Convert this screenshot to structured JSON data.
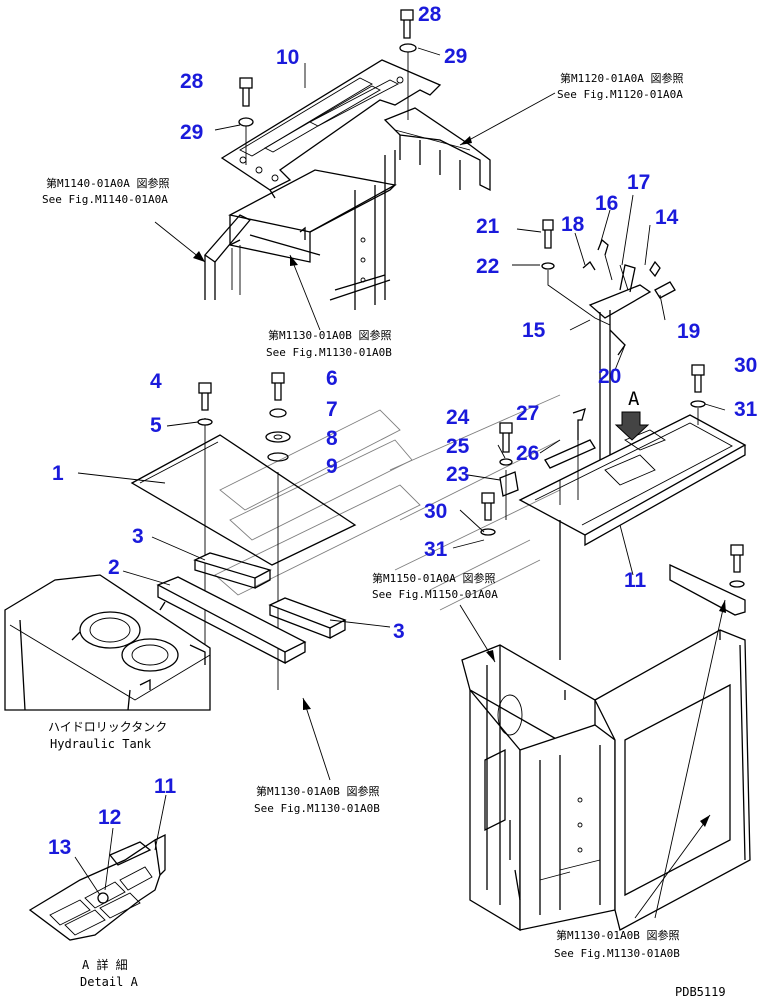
{
  "callouts": {
    "c1": "1",
    "c2": "2",
    "c3a": "3",
    "c3b": "3",
    "c4": "4",
    "c5": "5",
    "c6": "6",
    "c7": "7",
    "c8": "8",
    "c9": "9",
    "c10": "10",
    "c11a": "11",
    "c11b": "11",
    "c12": "12",
    "c13": "13",
    "c14": "14",
    "c15": "15",
    "c16": "16",
    "c17": "17",
    "c18": "18",
    "c19": "19",
    "c20": "20",
    "c21": "21",
    "c22": "22",
    "c23": "23",
    "c24": "24",
    "c25": "25",
    "c26": "26",
    "c27": "27",
    "c28a": "28",
    "c28b": "28",
    "c29a": "29",
    "c29b": "29",
    "c30a": "30",
    "c30b": "30",
    "c31a": "31",
    "c31b": "31",
    "view_a": "A"
  },
  "references": {
    "m1120_jp": "第M1120-01A0A 図参照",
    "m1120_en": "See Fig.M1120-01A0A",
    "m1140_jp": "第M1140-01A0A 図参照",
    "m1140_en": "See Fig.M1140-01A0A",
    "m1130_top_jp": "第M1130-01A0B 図参照",
    "m1130_top_en": "See Fig.M1130-01A0B",
    "m1150_jp": "第M1150-01A0A 図参照",
    "m1150_en": "See Fig.M1150-01A0A",
    "m1130_mid_jp": "第M1130-01A0B 図参照",
    "m1130_mid_en": "See Fig.M1130-01A0B",
    "m1130_bot_jp": "第M1130-01A0B 図参照",
    "m1130_bot_en": "See Fig.M1130-01A0B"
  },
  "labels": {
    "hydraulic_tank_jp": "ハイドロリックタンク",
    "hydraulic_tank_en": "Hydraulic Tank",
    "detail_a_jp": "A 詳 細",
    "detail_a_en": "Detail A",
    "drawing_number": "PDB5119"
  },
  "colors": {
    "callout": "#1a1adb",
    "line": "#000000",
    "background": "#ffffff"
  }
}
